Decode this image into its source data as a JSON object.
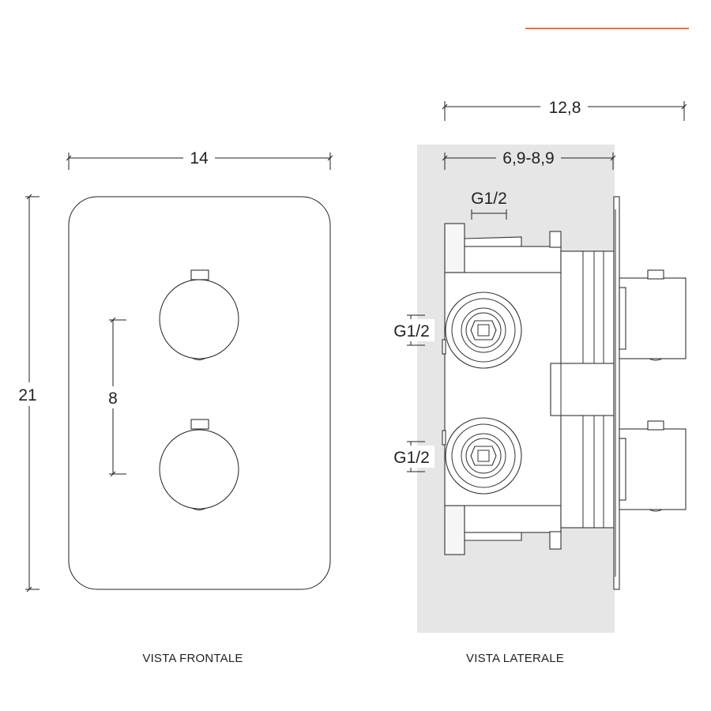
{
  "accent_color": "#e8734a",
  "wall_color": "#e6e6e6",
  "front_view": {
    "caption": "VISTA FRONTALE",
    "width_label": "14",
    "height_label": "21",
    "spacing_label": "8"
  },
  "side_view": {
    "caption": "VISTA LATERALE",
    "total_depth_label": "12,8",
    "recess_depth_label": "6,9-8,9",
    "top_thread_label": "G1/2",
    "inlet_upper_label": "G1/2",
    "inlet_lower_label": "G1/2"
  }
}
